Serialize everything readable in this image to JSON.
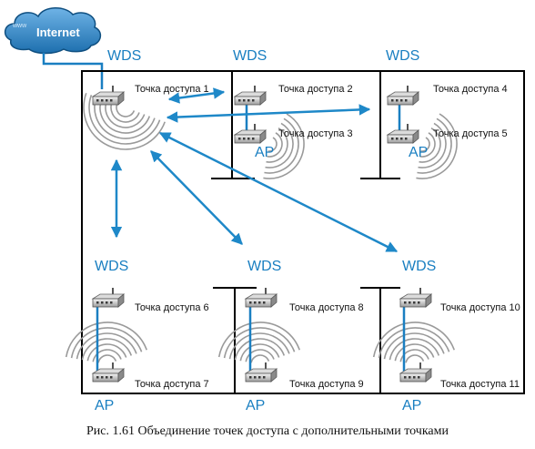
{
  "cloud": {
    "small_text": "www",
    "label": "Internet"
  },
  "wds_labels": [
    "WDS",
    "WDS",
    "WDS",
    "WDS",
    "WDS",
    "WDS"
  ],
  "ap_labels": [
    "AP",
    "AP",
    "AP",
    "AP",
    "AP"
  ],
  "access_points": [
    "Точка доступа 1",
    "Точка доступа 2",
    "Точка доступа 3",
    "Точка доступа 4",
    "Точка доступа 5",
    "Точка доступа 6",
    "Точка доступа 7",
    "Точка доступа 8",
    "Точка доступа 9",
    "Точка доступа 10",
    "Точка доступа 11"
  ],
  "caption": "Рис. 1.61 Объединение точек доступа с дополнительными точками",
  "colors": {
    "wds": "#1a7fc1",
    "link": "#1a7fc1",
    "arrow": "#1e88c8",
    "border": "#000000",
    "cloud": "#2f86c6",
    "waves": "#9a9a9a"
  }
}
